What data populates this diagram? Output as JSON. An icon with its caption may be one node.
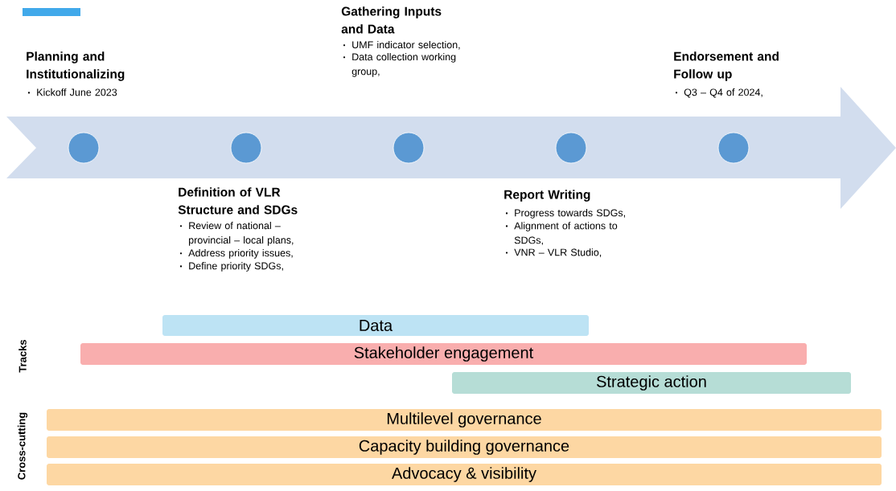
{
  "diagram": {
    "nodes": [
      {
        "text": [],
        "shape": "circle",
        "beside": [
          "Planning and Institutionalizing",
          "Kickoff June 2023"
        ]
      },
      {
        "text": [],
        "shape": "circle",
        "beside": [
          "Definition of VLR Structure and SDGs",
          "Review of national – provincial – local plans,",
          "Address priority issues,",
          "Define priority SDGs,"
        ]
      },
      {
        "text": [],
        "shape": "circle",
        "beside": [
          "Gathering Inputs and Data",
          "UMF indicator selection,",
          "Data collection working group,"
        ]
      },
      {
        "text": [],
        "shape": "circle",
        "beside": [
          "Report Writing",
          "Progress towards SDGs,",
          "Alignment of actions to SDGs,",
          "VNR – VLR Studio,"
        ]
      },
      {
        "text": [],
        "shape": "circle",
        "beside": [
          "Endorsement and Follow up",
          "Q3 – Q4 of 2024,"
        ]
      },
      {
        "text": [
          "Data"
        ]
      },
      {
        "text": [
          "Stakeholder engagement"
        ]
      },
      {
        "text": [
          "Strategic action"
        ]
      },
      {
        "text": [
          "Multilevel governance"
        ]
      },
      {
        "text": [
          "Capacity building governance"
        ]
      },
      {
        "text": [
          "Advocacy & visibility"
        ]
      }
    ],
    "labels": [
      "Tracks",
      "Cross-cutting"
    ]
  }
}
